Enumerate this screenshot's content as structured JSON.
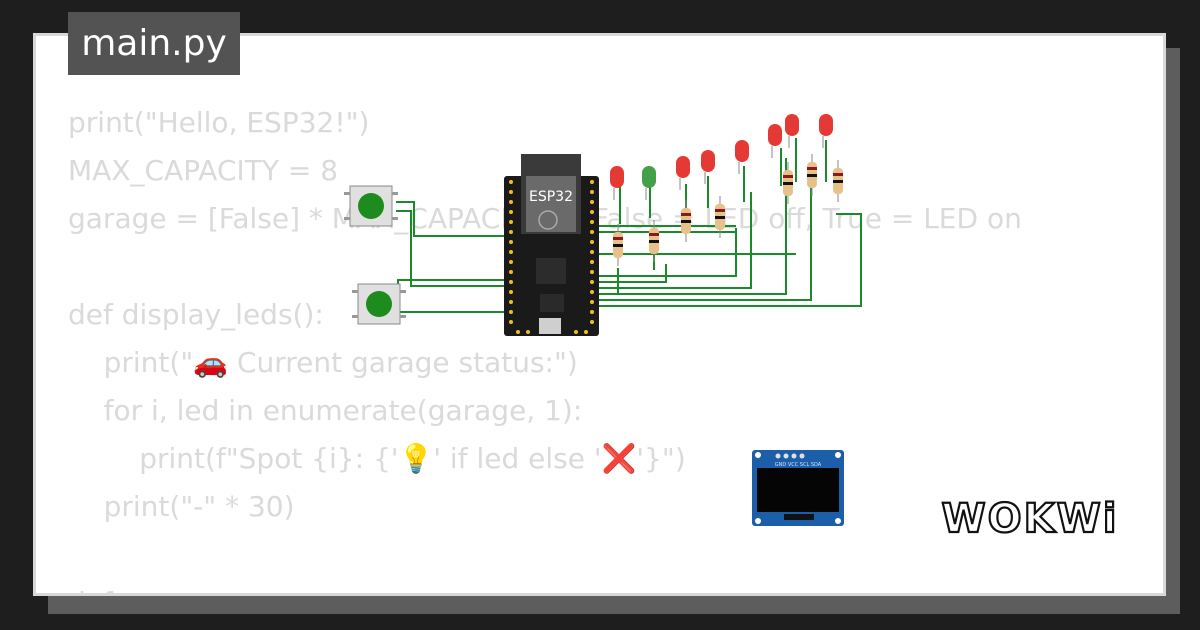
{
  "file_tab": {
    "label": "main.py"
  },
  "code_lines": [
    "print(\"Hello, ESP32!\")",
    "MAX_CAPACITY = 8",
    "garage = [False] * MAX_CAPACITY  # False = LED off, True = LED on",
    "",
    "def display_leds():",
    "    print(\"🚗 Current garage status:\")",
    "    for i, led in enumerate(garage, 1):",
    "        print(f\"Spot {i}: {'💡' if led else '❌'}\")",
    "    print(\"-\" * 30)",
    "",
    "def"
  ],
  "board": {
    "label": "ESP32"
  },
  "oled": {
    "label": "GND VCC SCL SDA"
  },
  "logo": {
    "text": "WOKWi"
  },
  "colors": {
    "led_red": "#e53935",
    "led_green": "#43a047",
    "wire": "#1b8a2a",
    "board": "#1a1a1a",
    "pin": "#f0c020",
    "oled_frame": "#1c5fa8",
    "code_text": "#dadada"
  }
}
